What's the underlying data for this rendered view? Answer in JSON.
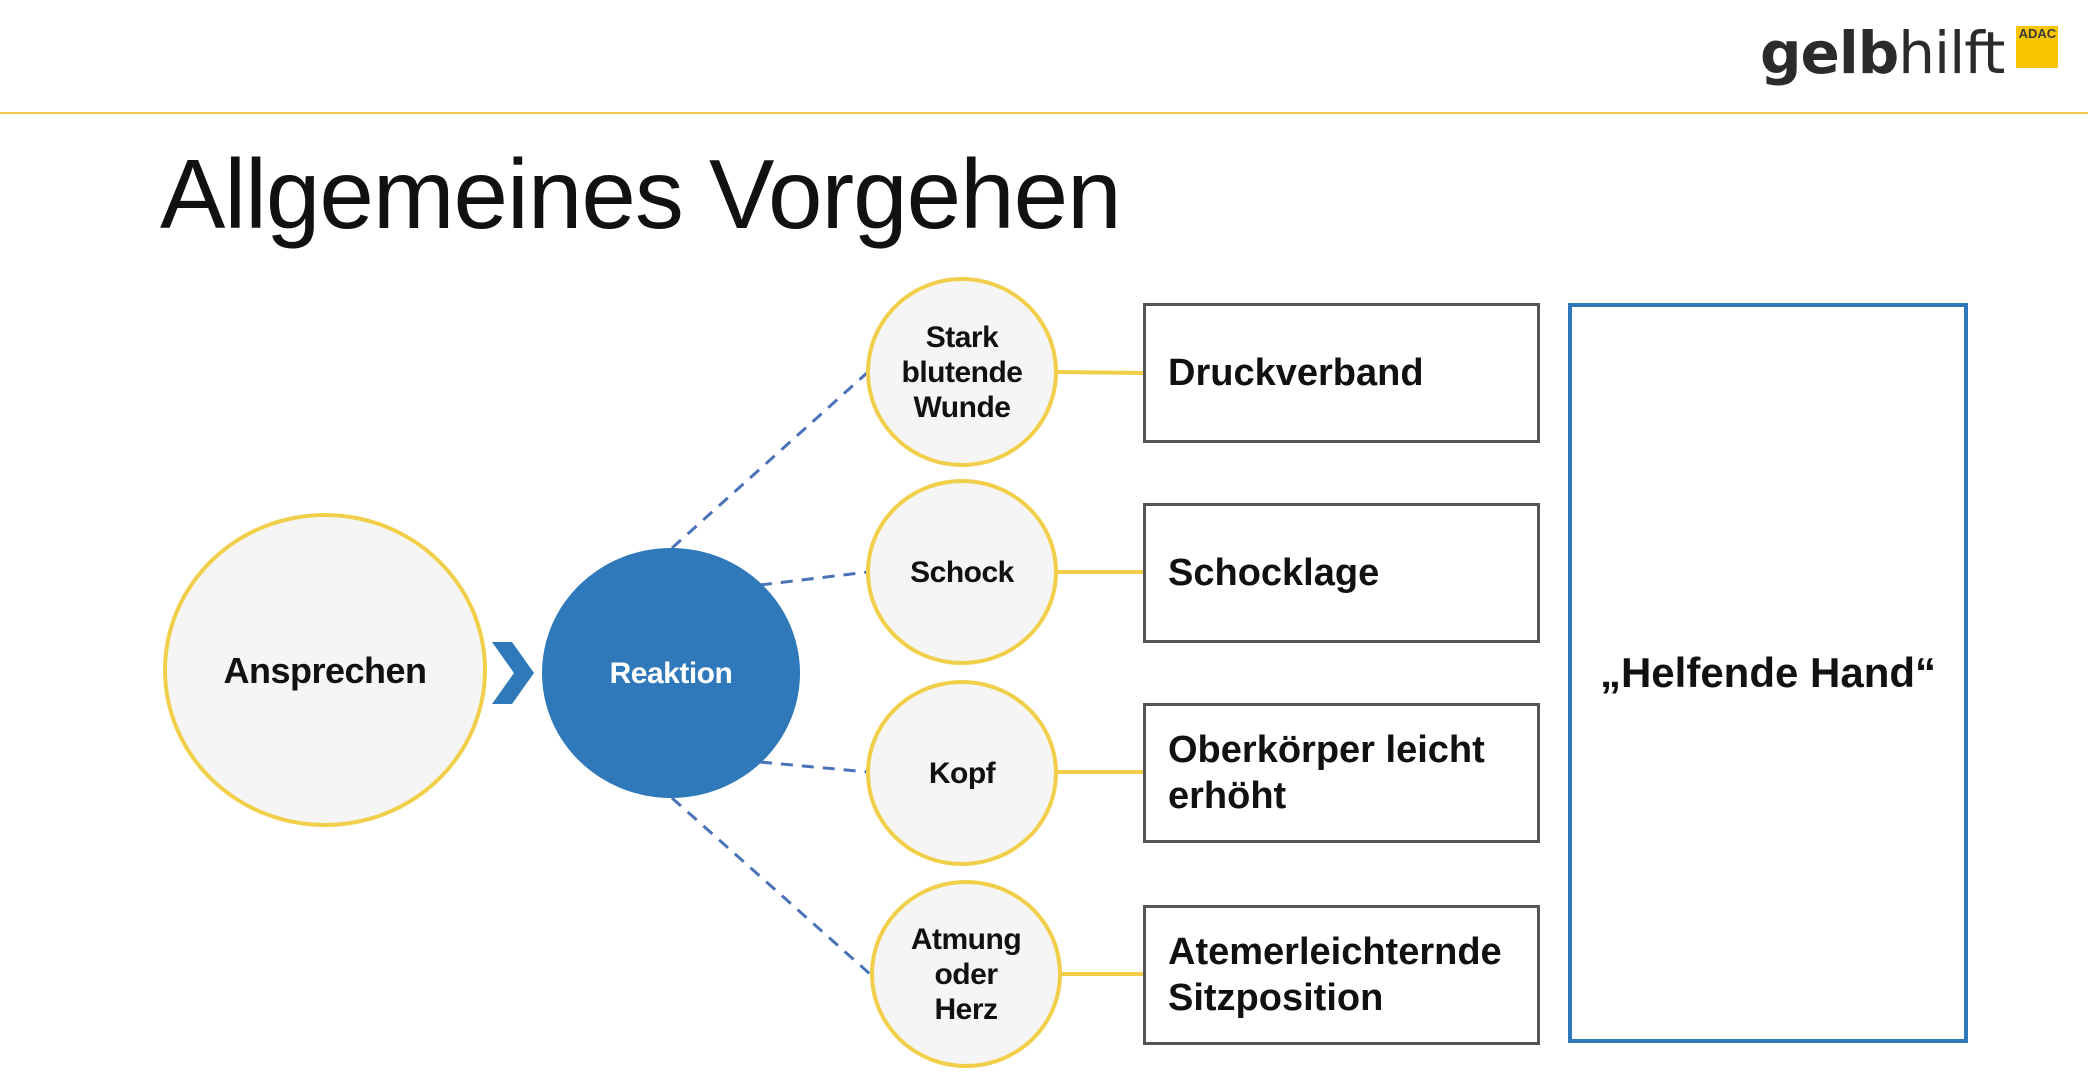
{
  "brand": {
    "logo_bold": "gelb",
    "logo_light": "hilft",
    "badge": "ADAC"
  },
  "title": "Allgemeines Vorgehen",
  "nodes": {
    "ansprechen": "Ansprechen",
    "reaktion": "Reaktion"
  },
  "branches": [
    {
      "condition": "Stark\nblutende\nWunde",
      "action": "Druckverband"
    },
    {
      "condition": "Schock",
      "action": "Schocklage"
    },
    {
      "condition": "Kopf",
      "action": "Oberkörper leicht\nerhöht"
    },
    {
      "condition": "Atmung\noder\nHerz",
      "action": "Atemerleichternde\nSitzposition"
    }
  ],
  "helping_hand": "„Helfende Hand“",
  "colors": {
    "accent_yellow": "#f2cf4a",
    "brand_blue": "#2f78b9",
    "box_border": "#555555",
    "badge_yellow": "#f7c600"
  }
}
